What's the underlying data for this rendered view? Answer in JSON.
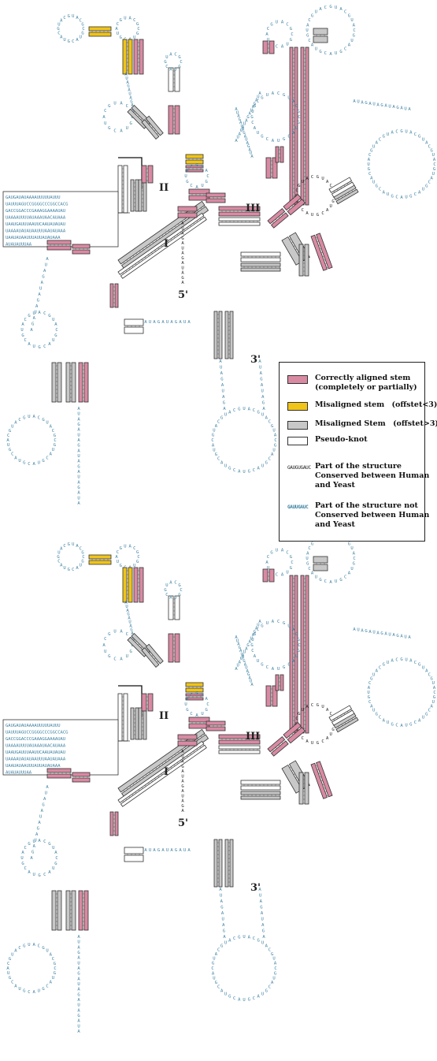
{
  "colors": {
    "correct": "#d98aa3",
    "misaligned_small": "#f0c419",
    "misaligned_large": "#c8c8c8",
    "pseudoknot": "#ffffff",
    "conserved": "#222222",
    "not_conserved": "#3b7fa0"
  },
  "legend": {
    "correct_label": "Correctly aligned stem",
    "correct_sub": "(completely or partially)",
    "mis_small_label": "Misaligned stem",
    "mis_small_note": "(offstet<3)",
    "mis_large_label": "Misaligned Stem",
    "mis_large_note": "(offstet>3)",
    "pk_label": "Pseudo-knot",
    "conserved_sample": "GAUGUGAUC",
    "conserved_text": [
      "Part of the structure",
      "Conserved between Human",
      "and Yeast"
    ],
    "notcons_sample": "GAUUGAUC",
    "notcons_text": [
      "Part of the structure not",
      "Conserved between Human",
      "and Yeast"
    ]
  },
  "panels": [
    {
      "domains": [
        "I",
        "II",
        "III"
      ],
      "five_prime": "5'",
      "three_prime": "3'",
      "seq_box": [
        "GAUGAUAUAAAAUUUUUAUUU",
        "UAUUUAGUCCGGGGCCCGGCCACG",
        "GACCGGACCCGAAAGGAAAAUAU",
        "UAAAAUUUUAUAAAUAACAUAAA",
        "UAAUGAUUUAAUUCAAUAUAUAU",
        "UAAAAUAUAUAAUUUAAUAUAAA",
        "UAAUAUAAUUUAUUAUAUAAA",
        "AUAUAUUUAA"
      ]
    },
    {
      "domains": [
        "I",
        "II",
        "III"
      ],
      "five_prime": "5'",
      "three_prime": "3'",
      "seq_box": [
        "GAUGAUAUAAAAUUUUUAUUU",
        "UAUUUAGUCCGGGGCCCGGCCACG",
        "GACCGGACCCGAAAGGAAAAUAU",
        "UAAAAUUUUAUAAAUAACAUAAA",
        "UAAUGAUUUAAUUCAAUAUAUAU",
        "UAAAAUAUAUAAUUUAAUAUAAA",
        "UAAUAUAAUUUAUUAUAUAAA",
        "AUAUAUUUAA"
      ]
    }
  ]
}
